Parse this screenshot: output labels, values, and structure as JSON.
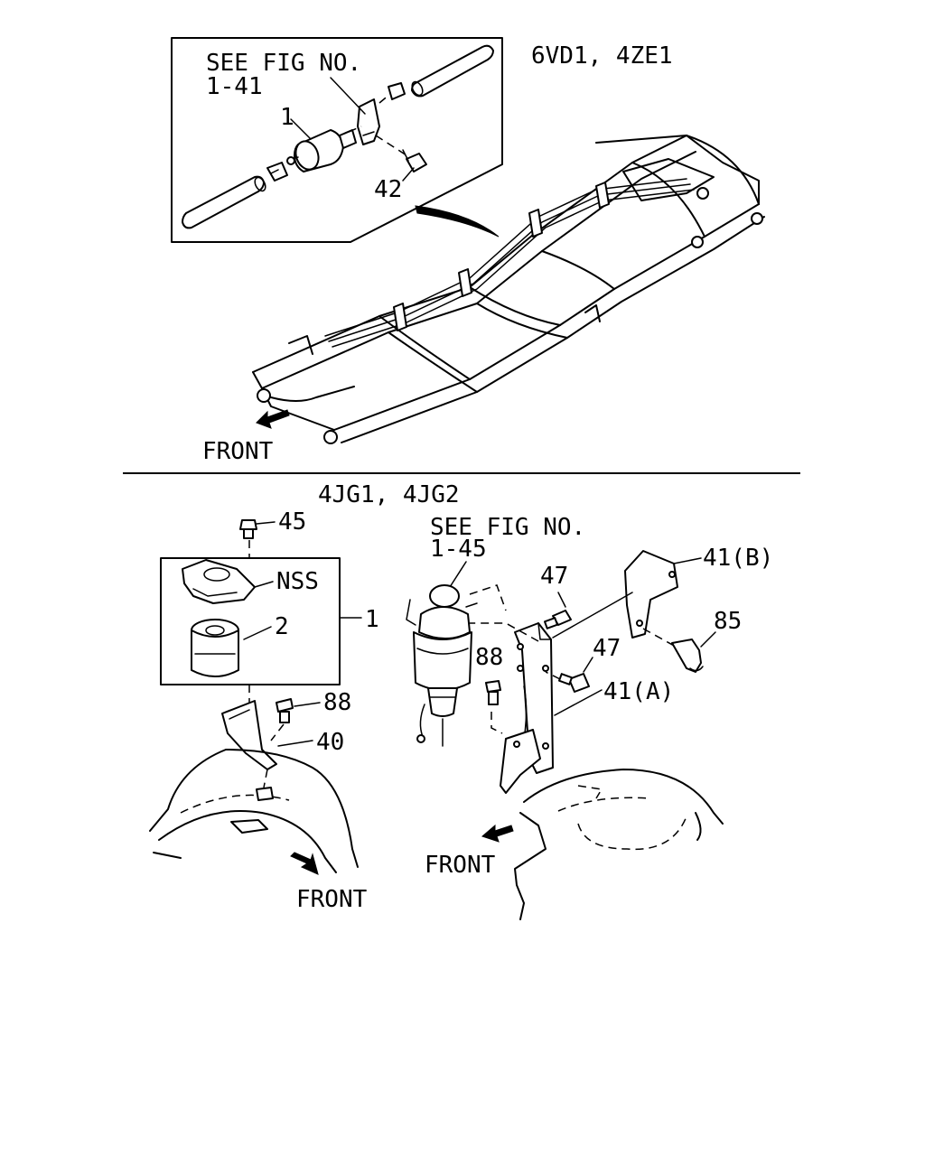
{
  "top_section": {
    "engine_label": "6VD1, 4ZE1",
    "inset_ref_line1": "SEE FIG NO.",
    "inset_ref_line2": "1-41",
    "callout_filter": "1",
    "callout_bolt": "42",
    "front_label": "FRONT"
  },
  "bottom_section": {
    "engine_label": "4JG1, 4JG2",
    "left": {
      "callout_bolt_top": "45",
      "callout_nss": "NSS",
      "callout_element": "2",
      "callout_assembly": "1",
      "callout_bolt": "88",
      "callout_bracket": "40",
      "front_label": "FRONT"
    },
    "right": {
      "ref_line1": "SEE FIG NO.",
      "ref_line2": "1-45",
      "callout_bolt_upper": "47",
      "callout_bolt_lower": "47",
      "callout_bolt_88": "88",
      "callout_bracket_a": "41(A)",
      "callout_bracket_b": "41(B)",
      "callout_clip": "85",
      "front_label": "FRONT"
    }
  }
}
